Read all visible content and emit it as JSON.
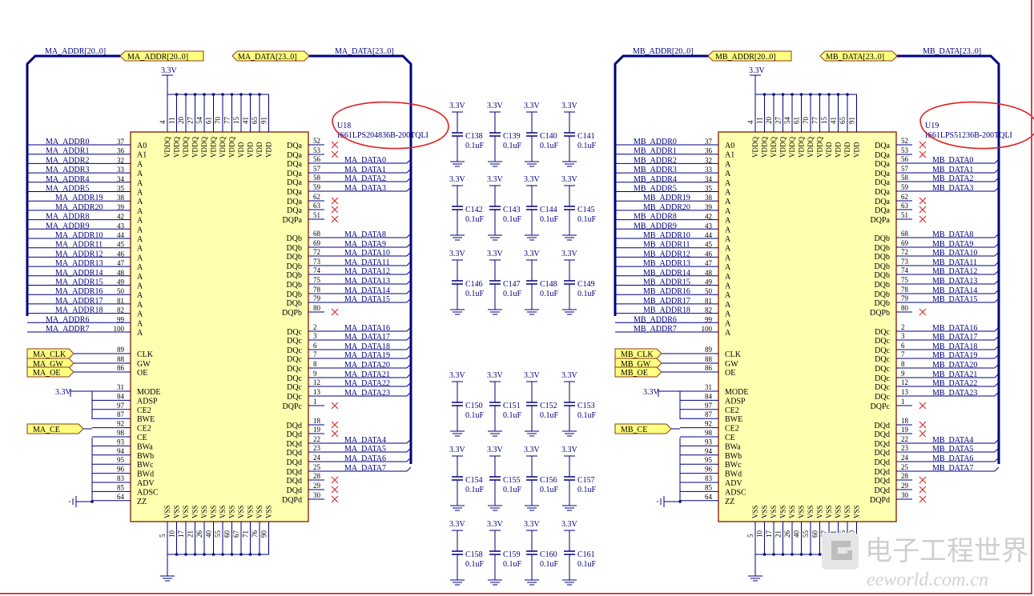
{
  "chips": [
    {
      "prefix": "MA",
      "designator": "U18",
      "part": "IS61LPS204836B-200TQLI",
      "bus_addr": "MA_ADDR[20..0]",
      "bus_data": "MA_DATA[23..0]",
      "power": "3.3V",
      "mode_power": "3.3V",
      "ctrl": [
        {
          "label": "MA_CLK",
          "pin": "89",
          "name": "CLK"
        },
        {
          "label": "MA_GW",
          "pin": "88",
          "name": "GW"
        },
        {
          "label": "MA_OE",
          "pin": "86",
          "name": "OE"
        }
      ],
      "ce_label": "MA_CE",
      "addr": [
        {
          "net": "MA_ADDR0",
          "pin": "37",
          "name": "A0"
        },
        {
          "net": "MA_ADDR1",
          "pin": "36",
          "name": "A1"
        },
        {
          "net": "MA_ADDR2",
          "pin": "32",
          "name": "A"
        },
        {
          "net": "MA_ADDR3",
          "pin": "33",
          "name": "A"
        },
        {
          "net": "MA_ADDR4",
          "pin": "34",
          "name": "A"
        },
        {
          "net": "MA_ADDR5",
          "pin": "35",
          "name": "A"
        },
        {
          "net": "MA_ADDR19",
          "pin": "38",
          "name": "A"
        },
        {
          "net": "MA_ADDR20",
          "pin": "39",
          "name": "A"
        },
        {
          "net": "MA_ADDR8",
          "pin": "42",
          "name": "A"
        },
        {
          "net": "MA_ADDR9",
          "pin": "43",
          "name": "A"
        },
        {
          "net": "MA_ADDR10",
          "pin": "44",
          "name": "A"
        },
        {
          "net": "MA_ADDR11",
          "pin": "45",
          "name": "A"
        },
        {
          "net": "MA_ADDR12",
          "pin": "46",
          "name": "A"
        },
        {
          "net": "MA_ADDR13",
          "pin": "47",
          "name": "A"
        },
        {
          "net": "MA_ADDR14",
          "pin": "48",
          "name": "A"
        },
        {
          "net": "MA_ADDR15",
          "pin": "49",
          "name": "A"
        },
        {
          "net": "MA_ADDR16",
          "pin": "50",
          "name": "A"
        },
        {
          "net": "MA_ADDR17",
          "pin": "81",
          "name": "A"
        },
        {
          "net": "MA_ADDR18",
          "pin": "82",
          "name": "A"
        },
        {
          "net": "MA_ADDR6",
          "pin": "99",
          "name": "A"
        },
        {
          "net": "MA_ADDR7",
          "pin": "100",
          "name": "A"
        }
      ],
      "data": [
        {
          "net": "",
          "pin": "52",
          "name": "DQa",
          "nc": true
        },
        {
          "net": "",
          "pin": "53",
          "name": "DQa",
          "nc": true
        },
        {
          "net": "MA_DATA0",
          "pin": "56",
          "name": "DQa",
          "nc": false
        },
        {
          "net": "MA_DATA1",
          "pin": "57",
          "name": "DQa",
          "nc": false
        },
        {
          "net": "MA_DATA2",
          "pin": "58",
          "name": "DQa",
          "nc": false
        },
        {
          "net": "MA_DATA3",
          "pin": "59",
          "name": "DQa",
          "nc": false
        },
        {
          "net": "",
          "pin": "62",
          "name": "DQa",
          "nc": true
        },
        {
          "net": "",
          "pin": "63",
          "name": "DQa",
          "nc": true
        },
        {
          "net": "",
          "pin": "51",
          "name": "DQPa",
          "nc": true
        },
        {
          "net": "MA_DATA8",
          "pin": "68",
          "name": "DQb",
          "nc": false
        },
        {
          "net": "MA_DATA9",
          "pin": "69",
          "name": "DQb",
          "nc": false
        },
        {
          "net": "MA_DATA10",
          "pin": "72",
          "name": "DQb",
          "nc": false
        },
        {
          "net": "MA_DATA11",
          "pin": "73",
          "name": "DQb",
          "nc": false
        },
        {
          "net": "MA_DATA12",
          "pin": "74",
          "name": "DQb",
          "nc": false
        },
        {
          "net": "MA_DATA13",
          "pin": "75",
          "name": "DQb",
          "nc": false
        },
        {
          "net": "MA_DATA14",
          "pin": "78",
          "name": "DQb",
          "nc": false
        },
        {
          "net": "MA_DATA15",
          "pin": "79",
          "name": "DQb",
          "nc": false
        },
        {
          "net": "",
          "pin": "80",
          "name": "DQPb",
          "nc": true
        },
        {
          "net": "MA_DATA16",
          "pin": "2",
          "name": "DQc",
          "nc": false
        },
        {
          "net": "MA_DATA17",
          "pin": "3",
          "name": "DQc",
          "nc": false
        },
        {
          "net": "MA_DATA18",
          "pin": "6",
          "name": "DQc",
          "nc": false
        },
        {
          "net": "MA_DATA19",
          "pin": "7",
          "name": "DQc",
          "nc": false
        },
        {
          "net": "MA_DATA20",
          "pin": "8",
          "name": "DQc",
          "nc": false
        },
        {
          "net": "MA_DATA21",
          "pin": "9",
          "name": "DQc",
          "nc": false
        },
        {
          "net": "MA_DATA22",
          "pin": "12",
          "name": "DQc",
          "nc": false
        },
        {
          "net": "MA_DATA23",
          "pin": "13",
          "name": "DQc",
          "nc": false
        },
        {
          "net": "",
          "pin": "1",
          "name": "DQPc",
          "nc": true
        },
        {
          "net": "",
          "pin": "18",
          "name": "DQd",
          "nc": true
        },
        {
          "net": "",
          "pin": "19",
          "name": "DQd",
          "nc": true
        },
        {
          "net": "MA_DATA4",
          "pin": "22",
          "name": "DQd",
          "nc": false
        },
        {
          "net": "MA_DATA5",
          "pin": "23",
          "name": "DQd",
          "nc": false
        },
        {
          "net": "MA_DATA6",
          "pin": "24",
          "name": "DQd",
          "nc": false
        },
        {
          "net": "MA_DATA7",
          "pin": "25",
          "name": "DQd",
          "nc": false
        },
        {
          "net": "",
          "pin": "28",
          "name": "DQd",
          "nc": true
        },
        {
          "net": "",
          "pin": "29",
          "name": "DQd",
          "nc": true
        },
        {
          "net": "",
          "pin": "30",
          "name": "DQPd",
          "nc": true
        }
      ]
    },
    {
      "prefix": "MB",
      "designator": "U19",
      "part": "IS61LPS51236B-200TQLI",
      "bus_addr": "MB_ADDR[20..0]",
      "bus_data": "MB_DATA[23..0]",
      "power": "3.3V",
      "mode_power": "3.3V",
      "ctrl": [
        {
          "label": "MB_CLK",
          "pin": "89",
          "name": "CLK"
        },
        {
          "label": "MB_GW",
          "pin": "88",
          "name": "GW"
        },
        {
          "label": "MB_OE",
          "pin": "86",
          "name": "OE"
        }
      ],
      "ce_label": "MB_CE",
      "addr": [
        {
          "net": "MB_ADDR0",
          "pin": "37",
          "name": "A0"
        },
        {
          "net": "MB_ADDR1",
          "pin": "36",
          "name": "A1"
        },
        {
          "net": "MB_ADDR2",
          "pin": "32",
          "name": "A"
        },
        {
          "net": "MB_ADDR3",
          "pin": "33",
          "name": "A"
        },
        {
          "net": "MB_ADDR4",
          "pin": "34",
          "name": "A"
        },
        {
          "net": "MB_ADDR5",
          "pin": "35",
          "name": "A"
        },
        {
          "net": "MB_ADDR19",
          "pin": "38",
          "name": "A"
        },
        {
          "net": "MB_ADDR20",
          "pin": "39",
          "name": "A"
        },
        {
          "net": "MB_ADDR8",
          "pin": "42",
          "name": "A"
        },
        {
          "net": "MB_ADDR9",
          "pin": "43",
          "name": "A"
        },
        {
          "net": "MB_ADDR10",
          "pin": "44",
          "name": "A"
        },
        {
          "net": "MB_ADDR11",
          "pin": "45",
          "name": "A"
        },
        {
          "net": "MB_ADDR12",
          "pin": "46",
          "name": "A"
        },
        {
          "net": "MB_ADDR13",
          "pin": "47",
          "name": "A"
        },
        {
          "net": "MB_ADDR14",
          "pin": "48",
          "name": "A"
        },
        {
          "net": "MB_ADDR15",
          "pin": "49",
          "name": "A"
        },
        {
          "net": "MB_ADDR16",
          "pin": "50",
          "name": "A"
        },
        {
          "net": "MB_ADDR17",
          "pin": "81",
          "name": "A"
        },
        {
          "net": "MB_ADDR18",
          "pin": "82",
          "name": "A"
        },
        {
          "net": "MB_ADDR6",
          "pin": "99",
          "name": "A"
        },
        {
          "net": "MB_ADDR7",
          "pin": "100",
          "name": "A"
        }
      ],
      "data": [
        {
          "net": "",
          "pin": "52",
          "name": "DQa",
          "nc": true
        },
        {
          "net": "",
          "pin": "53",
          "name": "DQa",
          "nc": true
        },
        {
          "net": "MB_DATA0",
          "pin": "56",
          "name": "DQa",
          "nc": false
        },
        {
          "net": "MB_DATA1",
          "pin": "57",
          "name": "DQa",
          "nc": false
        },
        {
          "net": "MB_DATA2",
          "pin": "58",
          "name": "DQa",
          "nc": false
        },
        {
          "net": "MB_DATA3",
          "pin": "59",
          "name": "DQa",
          "nc": false
        },
        {
          "net": "",
          "pin": "62",
          "name": "DQa",
          "nc": true
        },
        {
          "net": "",
          "pin": "63",
          "name": "DQa",
          "nc": true
        },
        {
          "net": "",
          "pin": "51",
          "name": "DQPa",
          "nc": true
        },
        {
          "net": "MB_DATA8",
          "pin": "68",
          "name": "DQb",
          "nc": false
        },
        {
          "net": "MB_DATA9",
          "pin": "69",
          "name": "DQb",
          "nc": false
        },
        {
          "net": "MB_DATA10",
          "pin": "72",
          "name": "DQb",
          "nc": false
        },
        {
          "net": "MB_DATA11",
          "pin": "73",
          "name": "DQb",
          "nc": false
        },
        {
          "net": "MB_DATA12",
          "pin": "74",
          "name": "DQb",
          "nc": false
        },
        {
          "net": "MB_DATA13",
          "pin": "75",
          "name": "DQb",
          "nc": false
        },
        {
          "net": "MB_DATA14",
          "pin": "78",
          "name": "DQb",
          "nc": false
        },
        {
          "net": "MB_DATA15",
          "pin": "79",
          "name": "DQb",
          "nc": false
        },
        {
          "net": "",
          "pin": "80",
          "name": "DQPb",
          "nc": true
        },
        {
          "net": "MB_DATA16",
          "pin": "2",
          "name": "DQc",
          "nc": false
        },
        {
          "net": "MB_DATA17",
          "pin": "3",
          "name": "DQc",
          "nc": false
        },
        {
          "net": "MB_DATA18",
          "pin": "6",
          "name": "DQc",
          "nc": false
        },
        {
          "net": "MB_DATA19",
          "pin": "7",
          "name": "DQc",
          "nc": false
        },
        {
          "net": "MB_DATA20",
          "pin": "8",
          "name": "DQc",
          "nc": false
        },
        {
          "net": "MB_DATA21",
          "pin": "9",
          "name": "DQc",
          "nc": false
        },
        {
          "net": "MB_DATA22",
          "pin": "12",
          "name": "DQc",
          "nc": false
        },
        {
          "net": "MB_DATA23",
          "pin": "13",
          "name": "DQc",
          "nc": false
        },
        {
          "net": "",
          "pin": "1",
          "name": "DQPc",
          "nc": true
        },
        {
          "net": "",
          "pin": "18",
          "name": "DQd",
          "nc": true
        },
        {
          "net": "",
          "pin": "19",
          "name": "DQd",
          "nc": true
        },
        {
          "net": "MB_DATA4",
          "pin": "22",
          "name": "DQd",
          "nc": false
        },
        {
          "net": "MB_DATA5",
          "pin": "23",
          "name": "DQd",
          "nc": false
        },
        {
          "net": "MB_DATA6",
          "pin": "24",
          "name": "DQd",
          "nc": false
        },
        {
          "net": "MB_DATA7",
          "pin": "25",
          "name": "DQd",
          "nc": false
        },
        {
          "net": "",
          "pin": "28",
          "name": "DQd",
          "nc": true
        },
        {
          "net": "",
          "pin": "29",
          "name": "DQd",
          "nc": true
        },
        {
          "net": "",
          "pin": "30",
          "name": "DQPd",
          "nc": true
        }
      ]
    }
  ],
  "top_pins": [
    {
      "pin": "4",
      "name": "VDDQ"
    },
    {
      "pin": "11",
      "name": "VDDQ"
    },
    {
      "pin": "20",
      "name": "VDDQ"
    },
    {
      "pin": "27",
      "name": "VDDQ"
    },
    {
      "pin": "54",
      "name": "VDDQ"
    },
    {
      "pin": "61",
      "name": "VDDQ"
    },
    {
      "pin": "70",
      "name": "VDDQ"
    },
    {
      "pin": "77",
      "name": "VDDQ"
    },
    {
      "pin": "15",
      "name": "VDD"
    },
    {
      "pin": "41",
      "name": "VDD"
    },
    {
      "pin": "65",
      "name": "VDD"
    },
    {
      "pin": "91",
      "name": "VDD"
    }
  ],
  "bottom_pins": [
    {
      "pin": "5",
      "name": "VSS"
    },
    {
      "pin": "10",
      "name": "VSS"
    },
    {
      "pin": "17",
      "name": "VSS"
    },
    {
      "pin": "21",
      "name": "VSS"
    },
    {
      "pin": "26",
      "name": "VSS"
    },
    {
      "pin": "40",
      "name": "VSS"
    },
    {
      "pin": "55",
      "name": "VSS"
    },
    {
      "pin": "60",
      "name": "VSS"
    },
    {
      "pin": "67",
      "name": "VSS"
    },
    {
      "pin": "71",
      "name": "VSS"
    },
    {
      "pin": "76",
      "name": "VSS"
    },
    {
      "pin": "90",
      "name": "VSS"
    }
  ],
  "mode_pins": [
    {
      "pin": "31",
      "name": "MODE"
    },
    {
      "pin": "84",
      "name": "ADSP"
    },
    {
      "pin": "97",
      "name": "CE2"
    },
    {
      "pin": "87",
      "name": "BWE"
    },
    {
      "pin": "92",
      "name": "CE2"
    },
    {
      "pin": "98",
      "name": "CE"
    },
    {
      "pin": "93",
      "name": "BWa"
    },
    {
      "pin": "94",
      "name": "BWb"
    },
    {
      "pin": "95",
      "name": "BWc"
    },
    {
      "pin": "96",
      "name": "BWd"
    },
    {
      "pin": "83",
      "name": "ADV"
    },
    {
      "pin": "85",
      "name": "ADSC"
    },
    {
      "pin": "64",
      "name": "ZZ"
    }
  ],
  "capacitors": [
    [
      "C138",
      "C139",
      "C140",
      "C141"
    ],
    [
      "C142",
      "C143",
      "C144",
      "C145"
    ],
    [
      "C146",
      "C147",
      "C148",
      "C149"
    ],
    [
      "C150",
      "C151",
      "C152",
      "C153"
    ],
    [
      "C154",
      "C155",
      "C156",
      "C157"
    ],
    [
      "C158",
      "C159",
      "C160",
      "C161"
    ]
  ],
  "cap_value": "0.1uF",
  "cap_power": "3.3V",
  "colors": {
    "wire": "#00007f",
    "chip_fill": "#ffffb0",
    "chip_border": "#8b3a1a",
    "port_fill": "#ffff80",
    "nc_mark": "#e03030",
    "annotation": "#e02020",
    "text": "#00007f",
    "pin_text": "#000000"
  },
  "watermark": {
    "cn": "电子工程世界",
    "en": "eeworld.com.cn"
  }
}
